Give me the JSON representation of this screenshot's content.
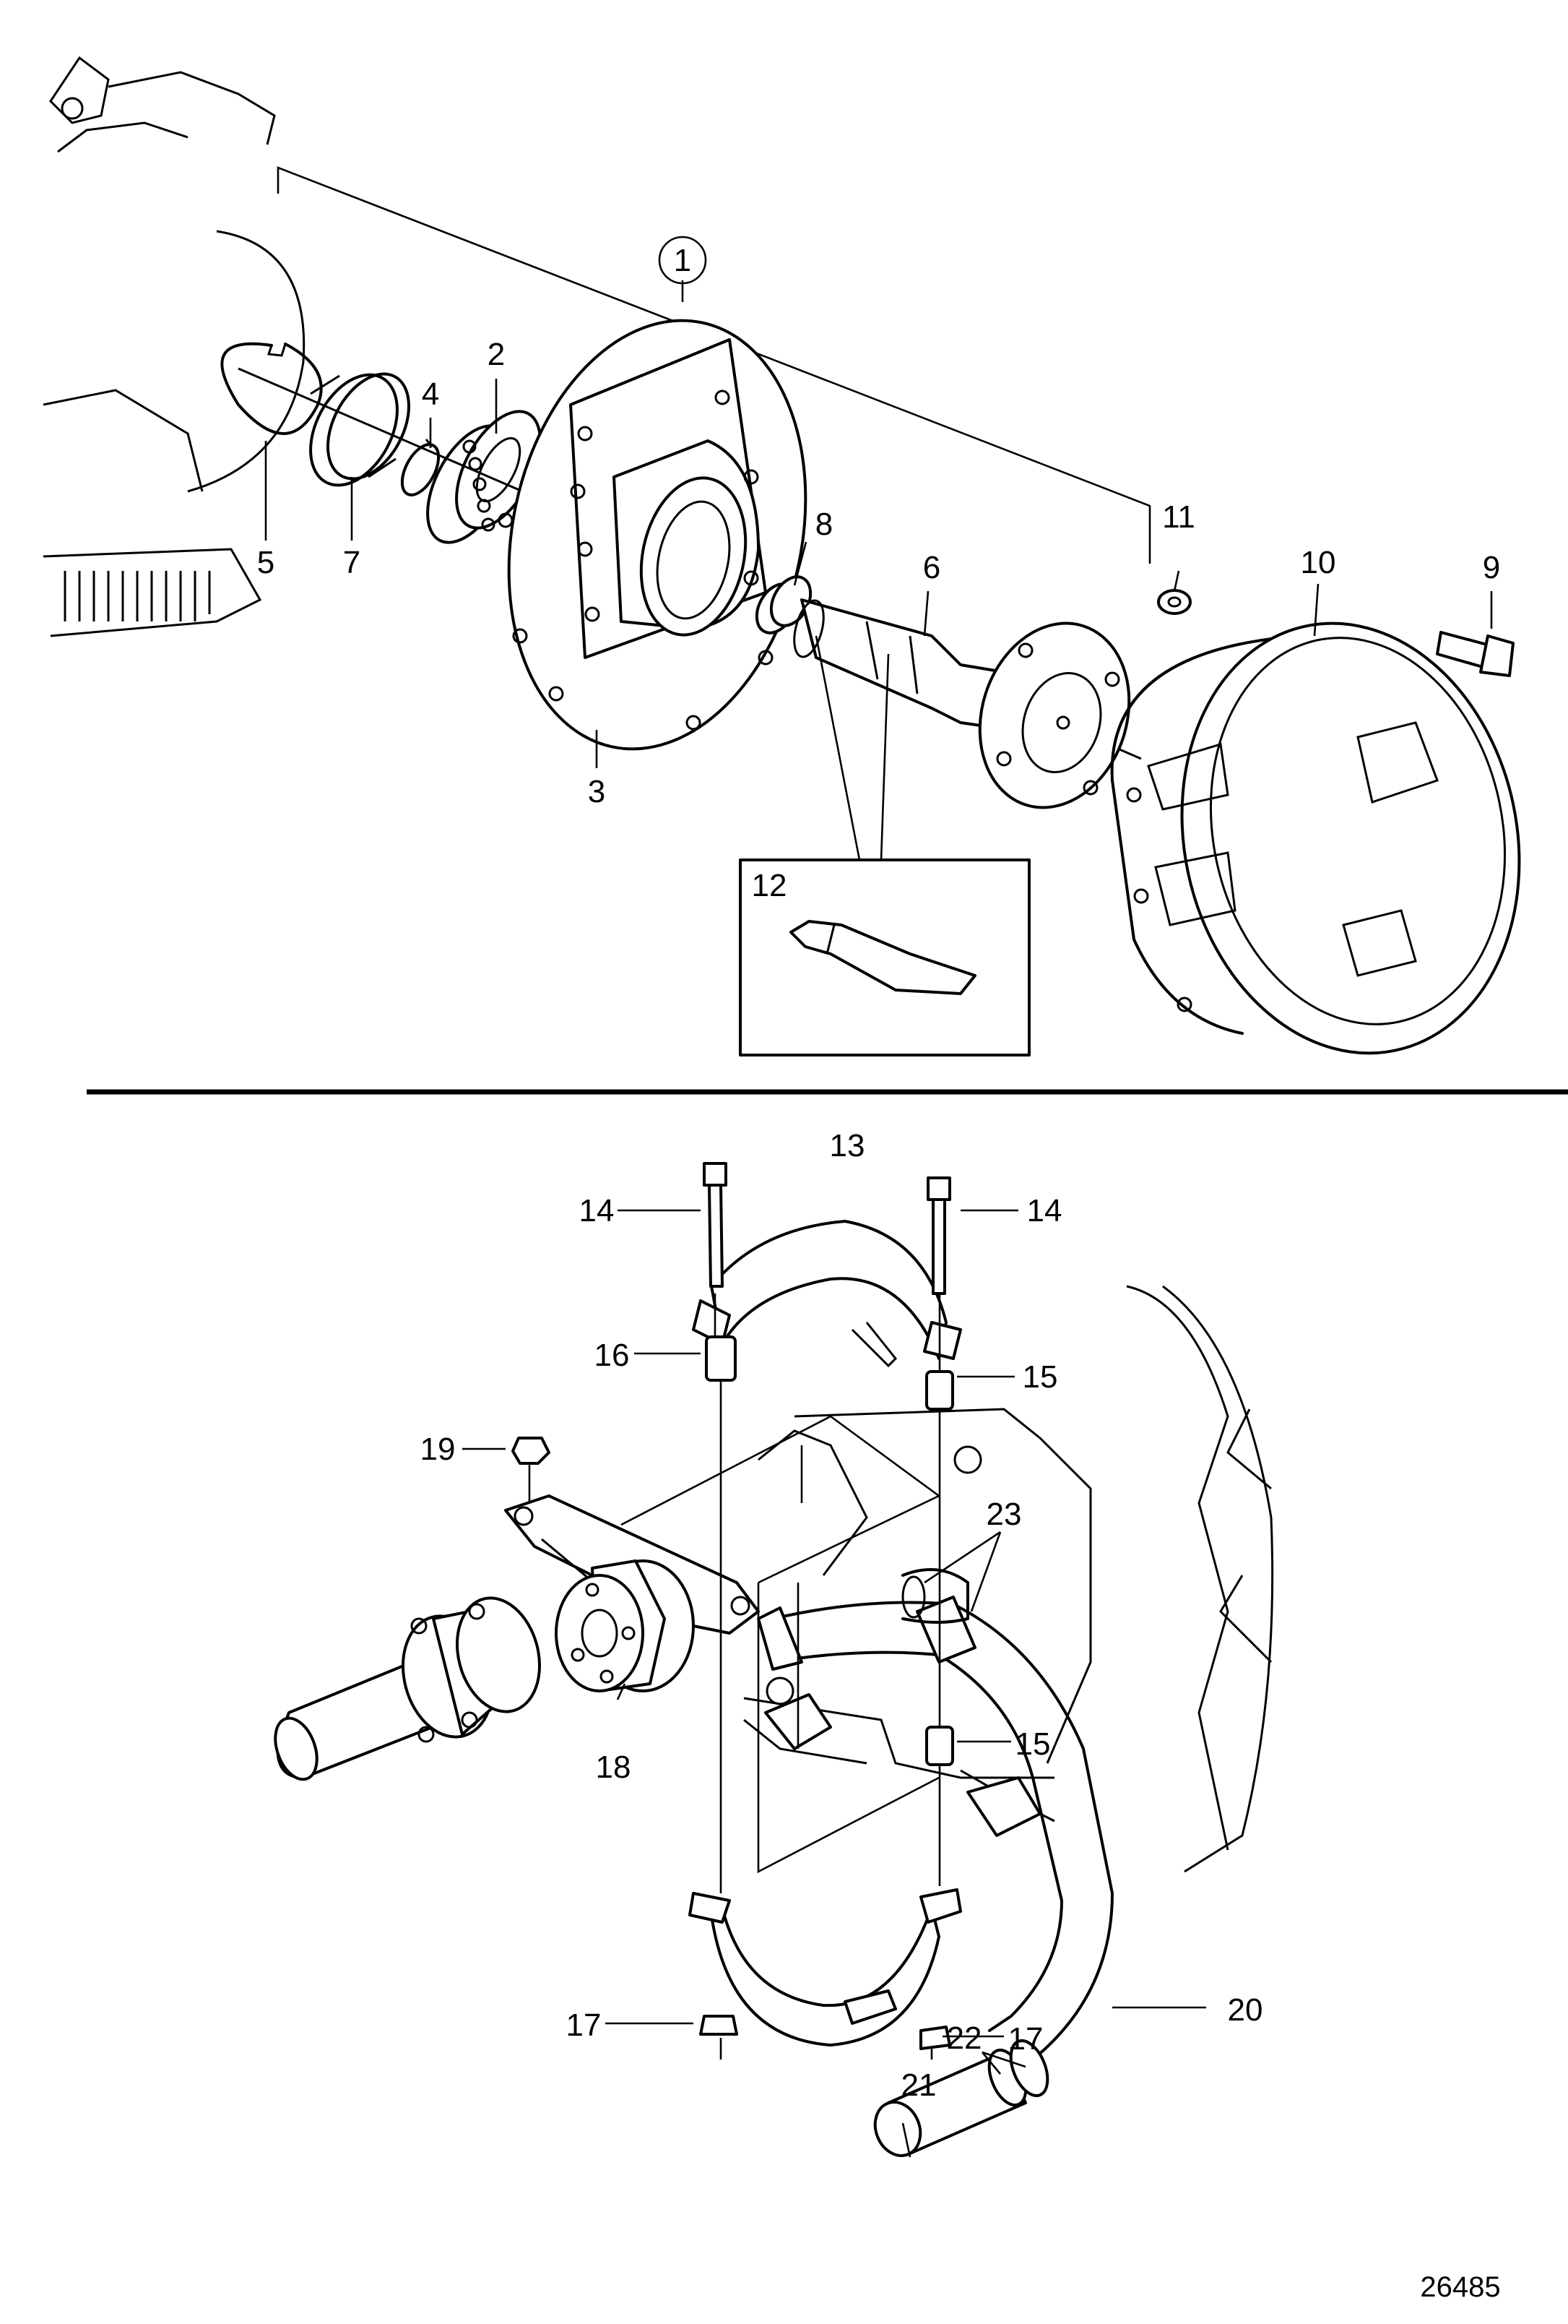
{
  "labels": {
    "l1": "1",
    "l2": "2",
    "l3": "3",
    "l4": "4",
    "l5": "5",
    "l6": "6",
    "l7": "7",
    "l8": "8",
    "l9": "9",
    "l10": "10",
    "l11": "11",
    "l12": "12",
    "l13": "13",
    "l14a": "14",
    "l14b": "14",
    "l15a": "15",
    "l15b": "15",
    "l16": "16",
    "l17a": "17",
    "l17b": "17",
    "l18": "18",
    "l19": "19",
    "l20": "20",
    "l21": "21",
    "l22": "22",
    "l23": "23"
  },
  "reference": "26485"
}
